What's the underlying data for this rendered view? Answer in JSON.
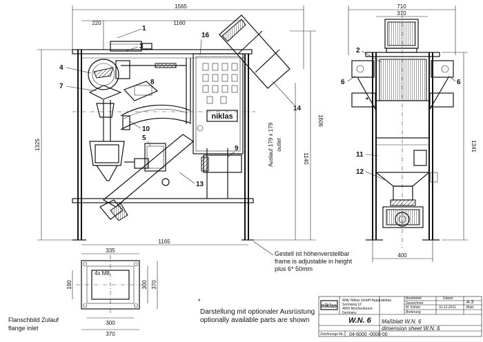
{
  "front_view": {
    "logo": "niklas",
    "labels": [
      "1",
      "3",
      "4",
      "7",
      "8",
      "10",
      "5",
      "16",
      "9",
      "13",
      "14"
    ],
    "dims": {
      "overall_width": "1565",
      "offset": "220",
      "frame_width": "1160",
      "base_width": "1165",
      "frame_height": "1325",
      "total_height": "1606",
      "outlet_height": "1140"
    },
    "outlet_label_de": "Auslauf 179 x 179",
    "outlet_label_en": "outlet"
  },
  "side_view": {
    "labels": [
      "2",
      "6",
      "6",
      "*",
      "11",
      "12"
    ],
    "dims": {
      "overall_width": "710",
      "inner_width": "370",
      "base_width": "400",
      "frame_height": "1341"
    }
  },
  "flange": {
    "screws": "4x M8",
    "top": "335",
    "bottom_inner": "300",
    "bottom_outer": "370",
    "left": "180",
    "right_inner": "300",
    "right_outer": "370",
    "label_de": "Flanschbild Zulauf",
    "label_en": "flange inlet"
  },
  "notes": {
    "frame_de": "Gestell ist höhenverstellbar",
    "frame_en": "frame is adjustable in height",
    "frame_plus": "plus 6* 50mm",
    "asterisk": "*",
    "optional_de": "Darstellung mit optionaler Ausrüstung",
    "optional_en": "optionally available parts are shown"
  },
  "title_block": {
    "logo": "niklas",
    "company": [
      "Willy Niklas GmbH Apparatebau",
      "Sonnweg 12",
      "4565 Rinchenbrunn",
      "Germany"
    ],
    "fields": {
      "bearbeitet": "Bearbeitet",
      "gezeichnet": "Gezeichnet",
      "name": "M. Köhler",
      "aenderung": "Änderung",
      "datum_label": "Datum",
      "datum": "31.12.2011",
      "format": "A 3",
      "blatt": "Blatt"
    },
    "model": "W.N. 6",
    "sheet_de": "Maßblatt W.N. 6",
    "sheet_en": "dimension sheet W.N. 6",
    "drawing_no_label": "Zeichnungs-Nr.:",
    "drawing_no": "04-6000 -0000-00"
  }
}
